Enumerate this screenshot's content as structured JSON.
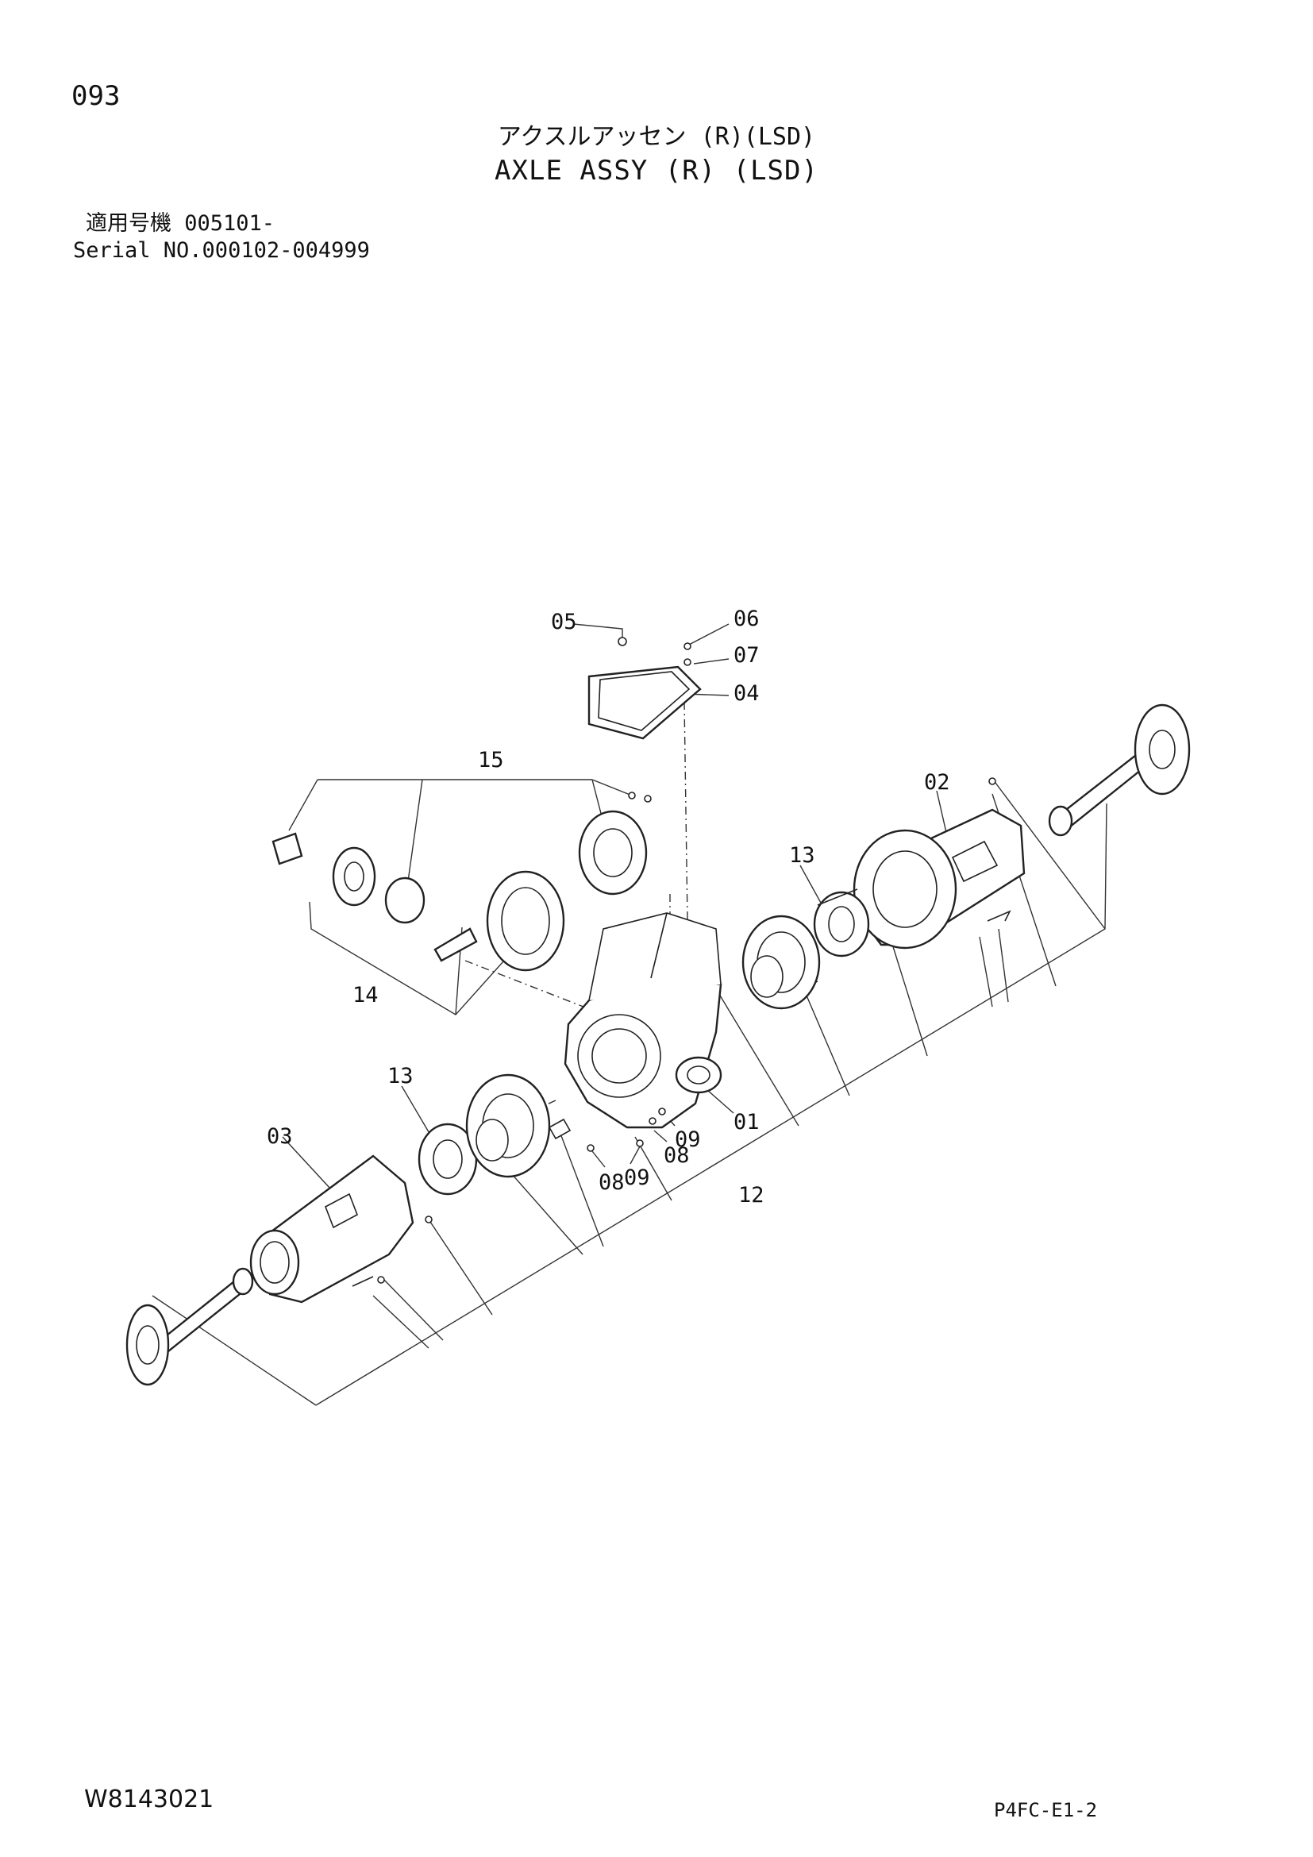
{
  "header": {
    "page_number": "093",
    "title_jp": "アクスルアッセン (R)(LSD)",
    "title_en": "AXLE ASSY (R) (LSD)",
    "applicable_jp": "適用号機 005101-",
    "serial_en": "Serial NO.000102-004999"
  },
  "callouts": {
    "p01": "01",
    "p02": "02",
    "p03": "03",
    "p04": "04",
    "p05": "05",
    "p06": "06",
    "p07": "07",
    "p08a": "08",
    "p08b": "08",
    "p09a": "09",
    "p09b": "09",
    "p12": "12",
    "p13a": "13",
    "p13b": "13",
    "p14": "14",
    "p15": "15"
  },
  "footer": {
    "document_number": "W8143021",
    "page_reference": "P4FC-E1-2"
  }
}
